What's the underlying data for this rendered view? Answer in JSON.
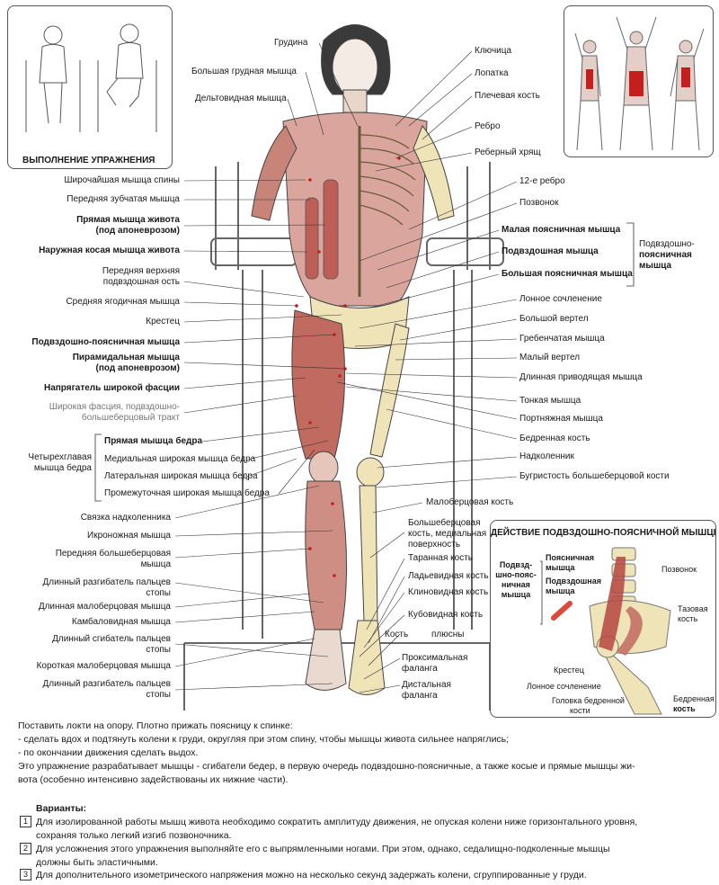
{
  "execution": {
    "title": "ВЫПОЛНЕНИЕ УПРАЖНЕНИЯ"
  },
  "labels_left": [
    {
      "text": "Широчайшая мышца спины",
      "bold": false
    },
    {
      "text": "Передняя зубчатая мышца",
      "bold": false
    },
    {
      "text": "Прямая мышца живота",
      "bold": true
    },
    {
      "text": "(под апоневрозом)",
      "bold": true
    },
    {
      "text": "Наружная косая мышца живота",
      "bold": true
    },
    {
      "text": "Передняя верхняя",
      "bold": false
    },
    {
      "text": "подвздошная ость",
      "bold": false
    },
    {
      "text": "Средняя ягодичная мышца",
      "bold": false
    },
    {
      "text": "Крестец",
      "bold": false
    },
    {
      "text": "Подвздошно-поясничная мышца",
      "bold": true
    },
    {
      "text": "Пирамидальная мышца",
      "bold": true
    },
    {
      "text": "(под апоневрозом)",
      "bold": true
    },
    {
      "text": "Напрягатель широкой фасции",
      "bold": true
    },
    {
      "text": "Широкая фасция, подвздошно-",
      "bold": false
    },
    {
      "text": "большеберцовый тракт",
      "bold": false
    }
  ],
  "quadriceps": {
    "group": [
      "Четырехглавая",
      "мышца бедра"
    ],
    "items": [
      {
        "text": "Прямая мышца бедра",
        "bold": true
      },
      {
        "text": "Медиальная широкая мышца бедра",
        "bold": false
      },
      {
        "text": "Латеральная широкая мышца бедра",
        "bold": false
      },
      {
        "text": "Промежуточная широкая мышца бедра",
        "bold": false
      }
    ]
  },
  "labels_left_lower": [
    "Связка надколенника",
    "Икроножная мышца",
    "Передняя  большеберцовая",
    "мышца",
    "Длинный разгибатель пальцев",
    "стопы",
    "Длинная малоберцовая мышца",
    "Камбаловидная мышца",
    "Длинный сгибатель пальцев",
    "стопы",
    "Короткая малоберцовая мышца",
    "Длинный разгибатель пальцев",
    "стопы"
  ],
  "labels_top": [
    "Грудина",
    "Большая грудная мышца",
    "Дельтовидная мышца"
  ],
  "labels_right": [
    {
      "text": "Ключица",
      "bold": false
    },
    {
      "text": "Лопатка",
      "bold": false
    },
    {
      "text": "Плечевая кость",
      "bold": false
    },
    {
      "text": "Ребро",
      "bold": false
    },
    {
      "text": "Реберный хрящ",
      "bold": false
    },
    {
      "text": "12-е ребро",
      "bold": false
    },
    {
      "text": "Позвонок",
      "bold": false
    },
    {
      "text": "Малая поясничная мышца",
      "bold": true
    },
    {
      "text": "Подвздошная мышца",
      "bold": true
    },
    {
      "text": "Большая поясничная мышца",
      "bold": true
    },
    {
      "text": "Лонное сочленение",
      "bold": false
    },
    {
      "text": "Большой вертел",
      "bold": false
    },
    {
      "text": "Гребенчатая мышца",
      "bold": false
    },
    {
      "text": "Малый вертел",
      "bold": false
    },
    {
      "text": "Длинная приводящая мышца",
      "bold": false
    },
    {
      "text": "Тонкая мышца",
      "bold": false
    },
    {
      "text": "Портняжная мышца",
      "bold": false
    },
    {
      "text": "Бедренная кость",
      "bold": false
    },
    {
      "text": "Надколенник",
      "bold": false
    },
    {
      "text": "Бугристость большеберцовой кости",
      "bold": false
    }
  ],
  "iliopsoas_group": [
    "Подвздошно-",
    "поясничная",
    "мышца"
  ],
  "labels_lower_right": [
    "Малоберцовая кость",
    "Большеберцовая",
    "кость, медиальная",
    "поверхность",
    "Таранная кость",
    "Ладьевидная кость",
    "Клиновидная кость",
    "Кубовидная кость",
    "Кость",
    "плюсны",
    "Проксимальная",
    "фаланга",
    "Дистальная",
    "фаланга"
  ],
  "action": {
    "title": "ДЕЙСТВИЕ ПОДВЗДОШНО-ПОЯСНИЧНОЙ МЫШЦЫ",
    "group": [
      "Подвзд-",
      "шно-пояс-",
      "ничная",
      "мышца"
    ],
    "items": [
      "Поясничная",
      "мышца",
      "Подвздошная",
      "мышца"
    ],
    "labels": [
      "Позвонок",
      "Тазовая",
      "кость",
      "Крестец",
      "Лонное сочленение",
      "Головка бедренной",
      "кости",
      "Бедренная",
      "кость"
    ]
  },
  "instructions": [
    "Поставить локти на опору. Плотно прижать поясницу к спинке:",
    "- сделать вдох и подтянуть колени к груди, округляя при этом спину, чтобы мышцы живота сильнее напряглись;",
    "- по окончании движения сделать выдох.",
    "Это упражнение разрабатывает мышцы - сгибатели бедер, в первую очередь подвздошно-поясничные, а также косые и прямые мышцы жи-",
    "вота (особенно интенсивно задействованы их нижние части)."
  ],
  "variants": {
    "title": "Варианты:",
    "items": [
      {
        "num": "1",
        "lines": [
          "Для изолированной работы мышц живота необходимо сократить амплитуду движения, не опуская колени ниже горизонтального уровня,",
          "сохраняя только легкий изгиб позвоночника."
        ]
      },
      {
        "num": "2",
        "lines": [
          "Для усложнения этого упражнения выполняйте его с выпрямленными ногами. При этом, однако, седалищно-подколенные мышцы",
          "должны быть эластичными."
        ]
      },
      {
        "num": "3",
        "lines": [
          "Для дополнительного изометрического напряжения можно на несколько секунд задержать колени, сгруппированные у груди."
        ]
      }
    ]
  },
  "colors": {
    "muscle": "#b5473f",
    "bone": "#efe3b8",
    "highlight": "#c41f1f",
    "ink": "#333333"
  }
}
